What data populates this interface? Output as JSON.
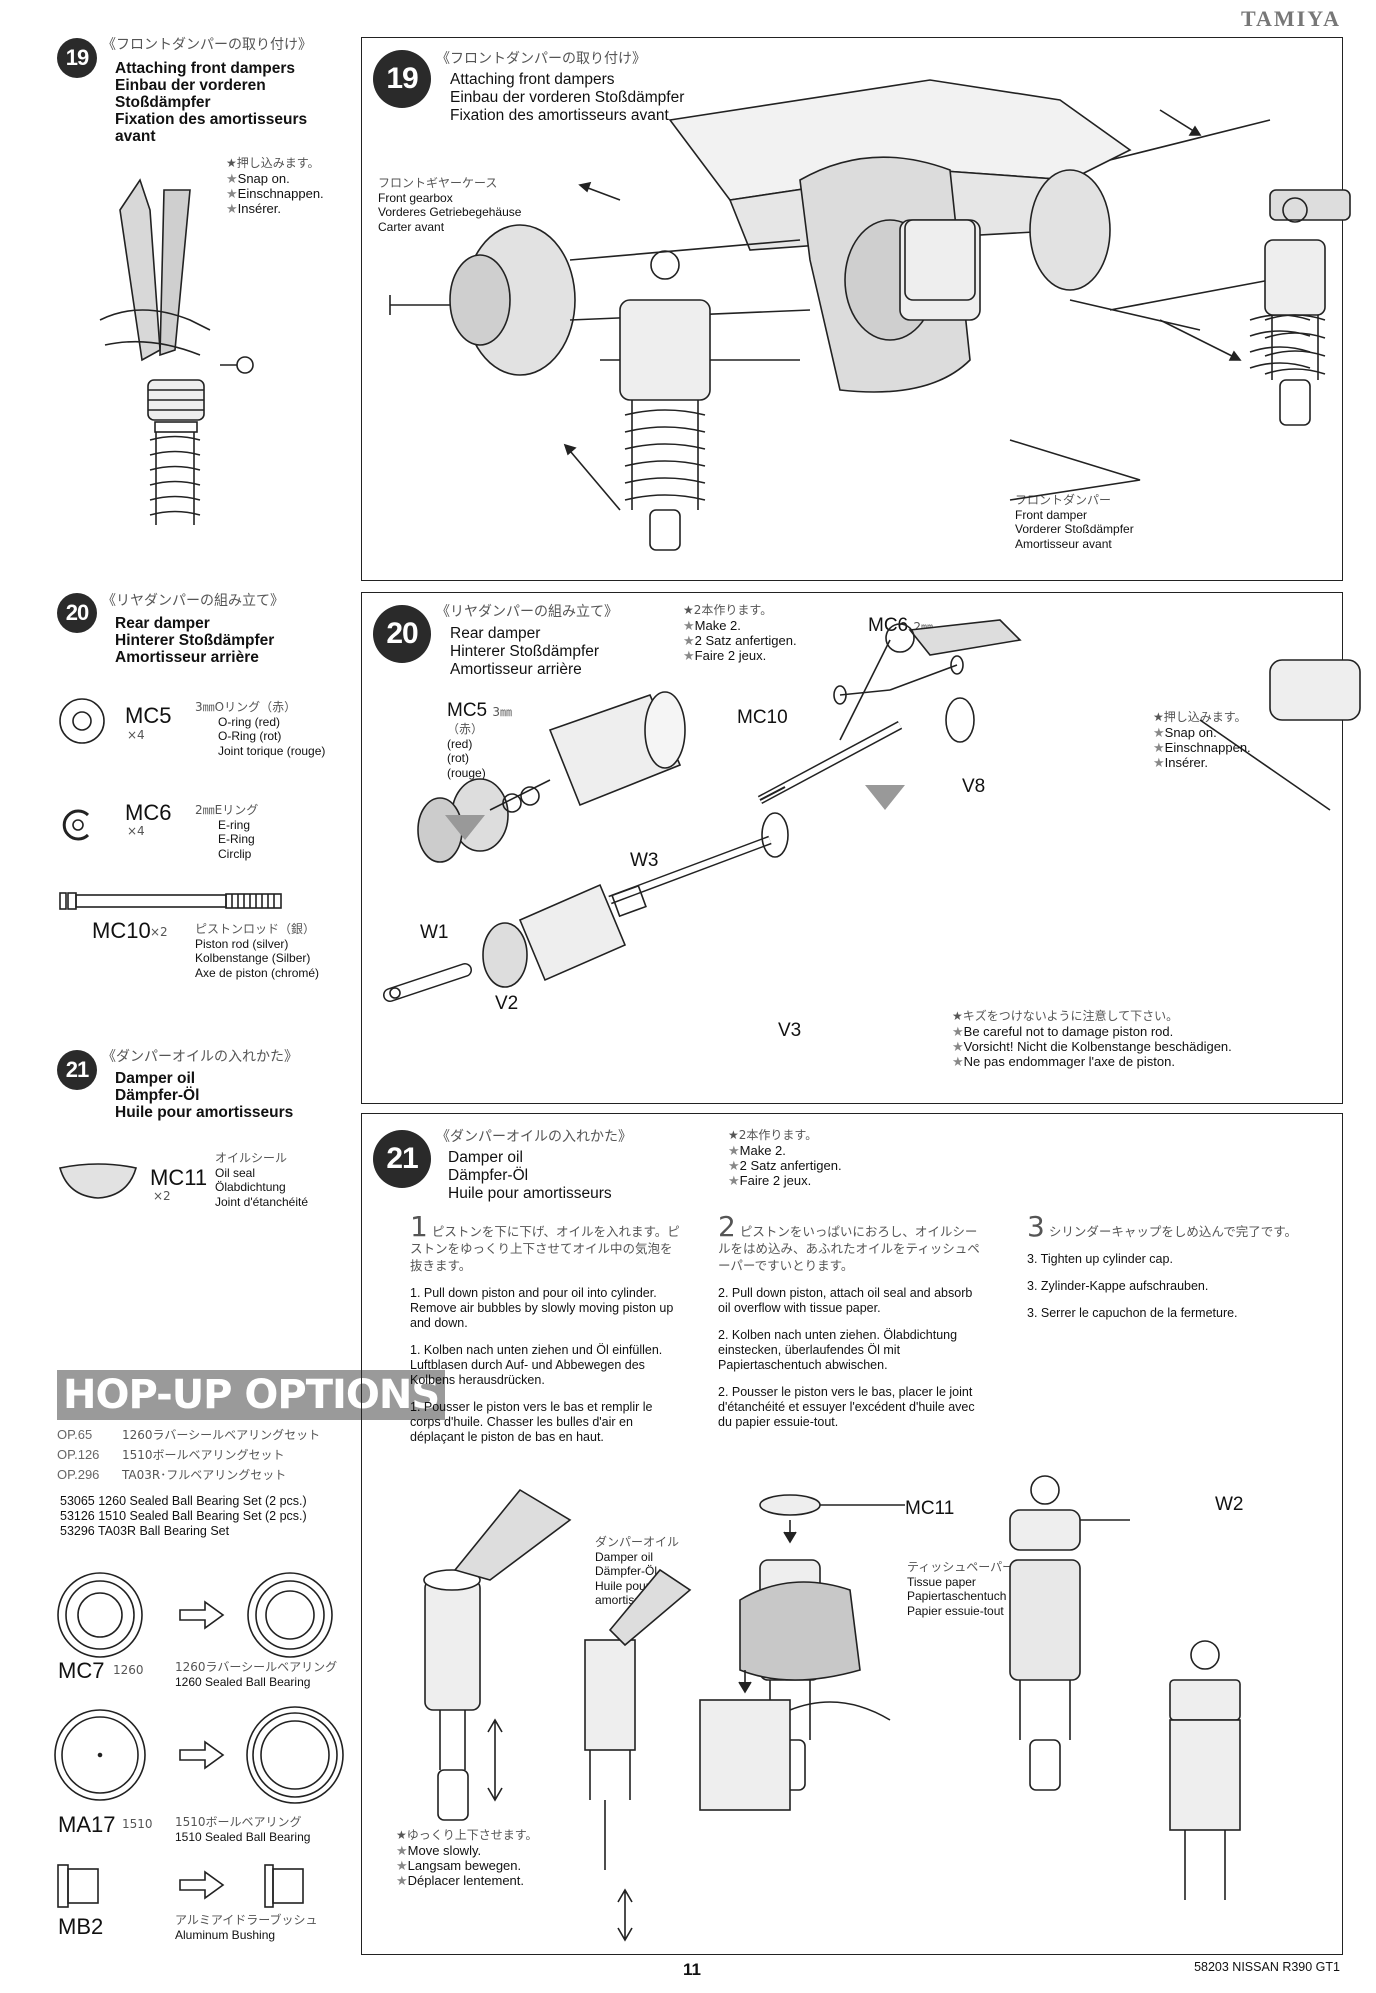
{
  "brand": "TAMIYA",
  "footer": {
    "model": "58203 NISSAN R390 GT1",
    "page": "11"
  },
  "s19": {
    "num": "19",
    "jp": "《フロントダンパーの取り付け》",
    "en": "Attaching front dampers",
    "de_side": "Einbau der vorderen Stoßdämpfer",
    "de_l1": "Einbau der vorderen",
    "de_l2": "Stoßdämpfer",
    "fr_l1": "Fixation des amortisseurs",
    "fr_l2": "avant",
    "fr_panel": "Fixation des amortisseurs avant",
    "snap": {
      "jp": "★押し込みます。",
      "en": "Snap on.",
      "de": "Einschnappen.",
      "fr": "Insérer."
    },
    "gearbox": {
      "jp": "フロントギヤーケース",
      "en": "Front gearbox",
      "de": "Vorderes Getriebegehäuse",
      "fr": "Carter avant"
    },
    "damper": {
      "jp": "フロントダンパー",
      "en": "Front damper",
      "de": "Vorderer Stoßdämpfer",
      "fr": "Amortisseur avant"
    }
  },
  "s20": {
    "num": "20",
    "jp": "《リヤダンパーの組み立て》",
    "en": "Rear damper",
    "de": "Hinterer Stoßdämpfer",
    "fr": "Amortisseur arrière",
    "make2": {
      "jp": "★2本作ります。",
      "en": "Make 2.",
      "de": "2 Satz anfertigen.",
      "fr": "Faire 2 jeux."
    },
    "parts": [
      {
        "id": "MC5",
        "qty": "×4",
        "jp": "3㎜Oリング（赤）",
        "en": "O-ring (red)",
        "de": "O-Ring (rot)",
        "fr": "Joint torique (rouge)"
      },
      {
        "id": "MC6",
        "qty": "×4",
        "jp": "2㎜Eリング",
        "en": "E-ring",
        "de": "E-Ring",
        "fr": "Circlip"
      },
      {
        "id": "MC10",
        "qty": "×2",
        "jp": "ピストンロッド（銀）",
        "en": "Piston rod (silver)",
        "de": "Kolbenstange (Silber)",
        "fr": "Axe de piston (chromé)"
      }
    ],
    "diag": {
      "mc6": "MC6",
      "mc6_size": "2㎜",
      "mc5": "MC5",
      "mc5_size": "3㎜",
      "mc5_jp": "（赤）",
      "mc5_en": "(red)",
      "mc5_de": "(rot)",
      "mc5_fr": "(rouge)",
      "mc10": "MC10",
      "v8": "V8",
      "w3": "W3",
      "w1": "W1",
      "v2": "V2",
      "v3": "V3"
    },
    "snap": {
      "jp": "★押し込みます。",
      "en": "Snap on.",
      "de": "Einschnappen.",
      "fr": "Insérer."
    },
    "careful": {
      "jp": "★キズをつけないように注意して下さい。",
      "en": "Be careful not to damage piston rod.",
      "de": "Vorsicht! Nicht die Kolbenstange beschädigen.",
      "fr": "Ne pas endommager l'axe de piston."
    }
  },
  "s21": {
    "num": "21",
    "jp": "《ダンパーオイルの入れかた》",
    "en": "Damper oil",
    "de": "Dämpfer-Öl",
    "fr": "Huile pour amortisseurs",
    "part": {
      "id": "MC11",
      "qty": "×2",
      "jp": "オイルシール",
      "en": "Oil seal",
      "de": "Ölabdichtung",
      "fr": "Joint d'étanchéité"
    },
    "make2": {
      "jp": "★2本作ります。",
      "en": "Make 2.",
      "de": "2 Satz anfertigen.",
      "fr": "Faire 2 jeux."
    },
    "steps": [
      {
        "num": "1",
        "jp": "ピストンを下に下げ、オイルを入れます。ピストンをゆっくり上下させてオイル中の気泡を抜きます。",
        "en": "1. Pull down piston and pour oil into cylinder. Remove air bubbles by slowly moving piston up and down.",
        "de": "1. Kolben nach unten ziehen und Öl einfüllen. Luftblasen durch Auf- und Abbewegen des Kolbens herausdrücken.",
        "fr": "1. Pousser le piston vers le bas et remplir le corps d'huile. Chasser les bulles d'air en déplaçant le piston de bas en haut."
      },
      {
        "num": "2",
        "jp": "ピストンをいっぱいにおろし、オイルシールをはめ込み、あふれたオイルをティッシュペーパーですいとります。",
        "en": "2. Pull down piston, attach oil seal and absorb oil overflow with tissue paper.",
        "de": "2. Kolben nach unten ziehen. Ölabdichtung einstecken, überlaufendes Öl mit Papiertaschentuch abwischen.",
        "fr": "2. Pousser le piston vers le bas, placer le joint d'étanchéité et essuyer l'excédent d'huile avec du papier essuie-tout."
      },
      {
        "num": "3",
        "jp": "シリンダーキャップをしめ込んで完了です。",
        "en": "3. Tighten up cylinder cap.",
        "de": "3. Zylinder-Kappe aufschrauben.",
        "fr": "3. Serrer le capuchon de la fermeture."
      }
    ],
    "oil": {
      "jp": "ダンパーオイル",
      "en": "Damper oil",
      "de": "Dämpfer-Öl",
      "fr1": "Huile pour",
      "fr2": "amortisseurs"
    },
    "tissue": {
      "jp": "ティッシュペーパー",
      "en": "Tissue paper",
      "de": "Papiertaschentuch",
      "fr": "Papier essuie-tout"
    },
    "mc11": "MC11",
    "w2": "W2",
    "slow": {
      "jp": "★ゆっくり上下させます。",
      "en": "Move slowly.",
      "de": "Langsam bewegen.",
      "fr": "Déplacer lentement."
    }
  },
  "hopup": {
    "title": "HOP-UP OPTIONS",
    "op": [
      {
        "code": "OP.65",
        "jp": "1260ラバーシールベアリングセット"
      },
      {
        "code": "OP.126",
        "jp": "1510ボールベアリングセット"
      },
      {
        "code": "OP.296",
        "jp": "TA03R･フルベアリングセット"
      }
    ],
    "sets": [
      "53065 1260 Sealed Ball Bearing Set (2 pcs.)",
      "53126 1510 Sealed Ball Bearing Set (2 pcs.)",
      "53296 TA03R Ball Bearing Set"
    ],
    "items": [
      {
        "id": "MC7",
        "size": "1260",
        "jp": "1260ラバーシールベアリング",
        "en": "1260 Sealed Ball Bearing"
      },
      {
        "id": "MA17",
        "size": "1510",
        "jp": "1510ボールベアリング",
        "en": "1510 Sealed Ball Bearing"
      },
      {
        "id": "MB2",
        "size": "",
        "jp": "アルミアイドラーブッシュ",
        "en": "Aluminum Bushing"
      }
    ]
  }
}
